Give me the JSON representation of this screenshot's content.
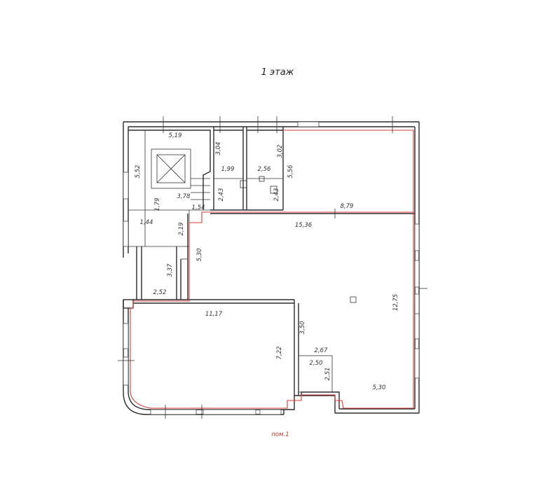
{
  "floor_title": "1 этаж",
  "premises_label": "пом.1",
  "dimensions": {
    "d519": "5,19",
    "d552": "5,52",
    "d378": "3,78",
    "d179": "1,79",
    "d144": "1,44",
    "d154": "1,54",
    "d219": "2,19",
    "d304": "3,04",
    "d199": "1,99",
    "d243a": "2,43",
    "d256": "2,56",
    "d302": "3,02",
    "d243b": "2,43",
    "d556": "5,56",
    "d879": "8,79",
    "d1536": "15,36",
    "d530a": "5,30",
    "d337": "3,37",
    "d252": "2,52",
    "d1117": "11,17",
    "d722": "7,22",
    "d350": "3,50",
    "d267": "2,67",
    "d250": "2,50",
    "d251": "2,51",
    "d1275": "12,75",
    "d530b": "5,30"
  }
}
